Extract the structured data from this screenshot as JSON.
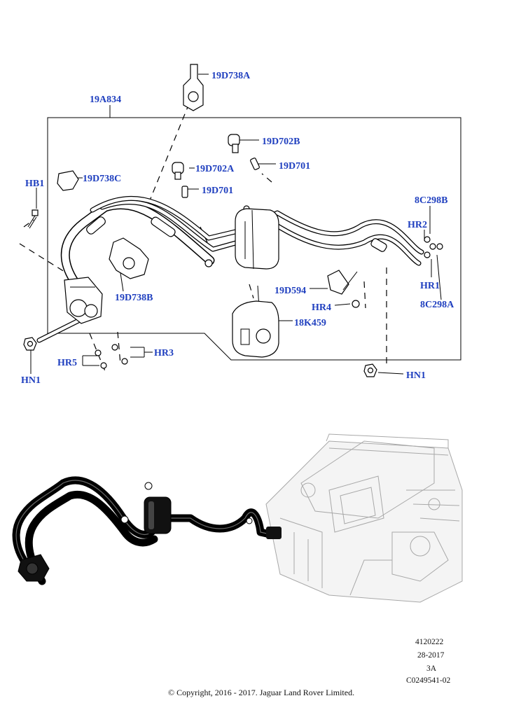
{
  "labels": {
    "assembly": "19A834",
    "bracket_top": "19D738A",
    "bracket_left": "19D738C",
    "bracket_bottom": "19D738B",
    "hb1": "HB1",
    "hn1_left": "HN1",
    "hn1_right": "HN1",
    "valve_b": "19D702B",
    "valve_a": "19D702A",
    "cap_upper": "19D701",
    "cap_lower": "19D701",
    "c298b": "8C298B",
    "c298a": "8C298A",
    "hr2": "HR2",
    "hr1": "HR1",
    "sensor": "19D594",
    "hr4": "HR4",
    "muffler": "18K459",
    "hr3": "HR3",
    "hr5": "HR5"
  },
  "footer": {
    "code1": "4120222",
    "code2": "28-2017",
    "code3": "3A",
    "code4": "C0249541-02",
    "copyright": "© Copyright, 2016 - 2017. Jaguar Land Rover Limited."
  }
}
